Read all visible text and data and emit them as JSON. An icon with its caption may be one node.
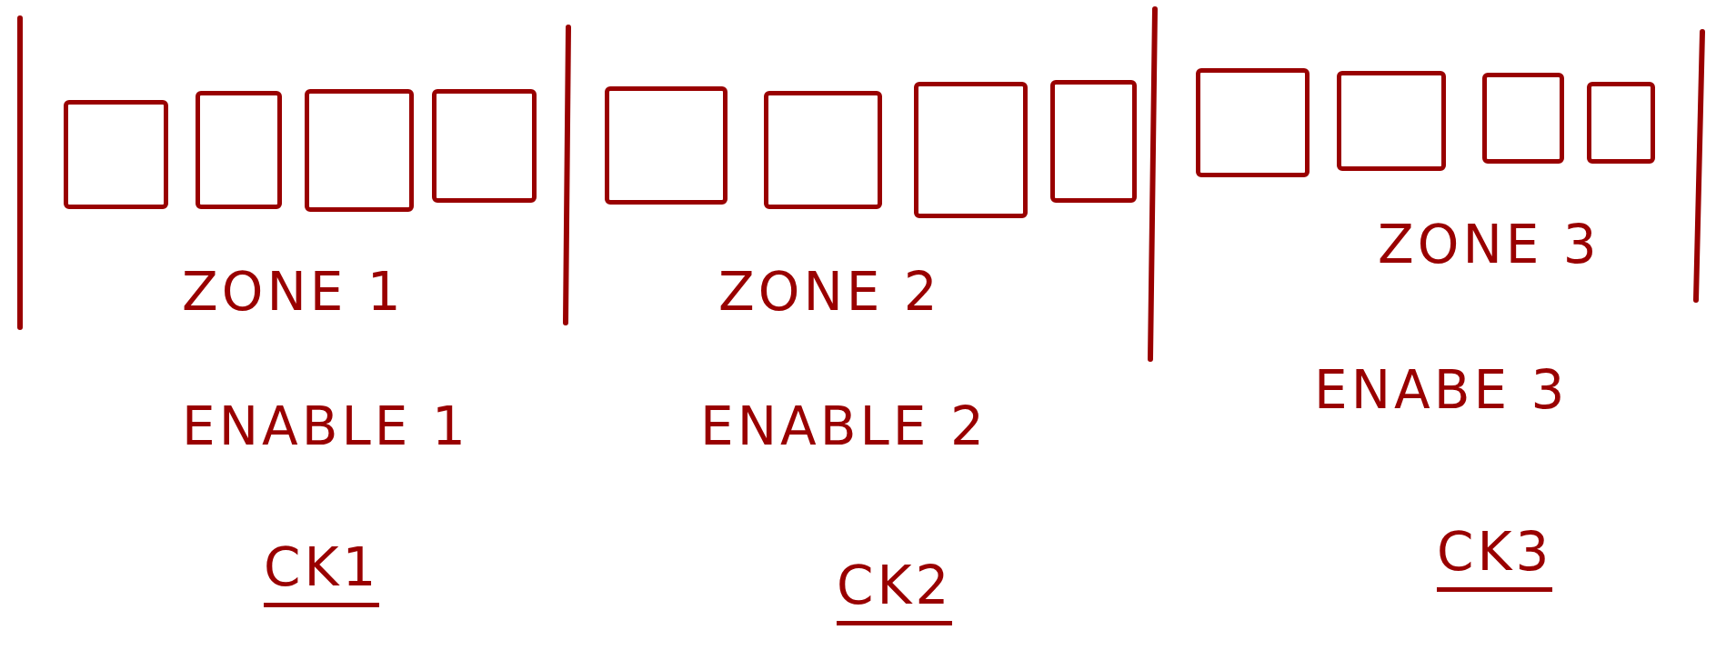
{
  "diagram": {
    "nodes": [
      {
        "text": [],
        "shape": "box"
      },
      {
        "text": [],
        "shape": "box"
      },
      {
        "text": [],
        "shape": "box"
      },
      {
        "text": [],
        "shape": "box"
      },
      {
        "text": [],
        "shape": "box"
      },
      {
        "text": [],
        "shape": "box"
      },
      {
        "text": [],
        "shape": "box"
      },
      {
        "text": [],
        "shape": "box"
      },
      {
        "text": [],
        "shape": "box"
      },
      {
        "text": [],
        "shape": "box"
      },
      {
        "text": [],
        "shape": "box"
      },
      {
        "text": [],
        "shape": "box"
      }
    ],
    "edges": [],
    "labels": [
      "ZONE 1",
      "ZONE 2",
      "ZONE 3",
      "ENABLE 1",
      "ENABLE 2",
      "ENABE 3",
      "CK1",
      "CK2",
      "CK3"
    ]
  }
}
